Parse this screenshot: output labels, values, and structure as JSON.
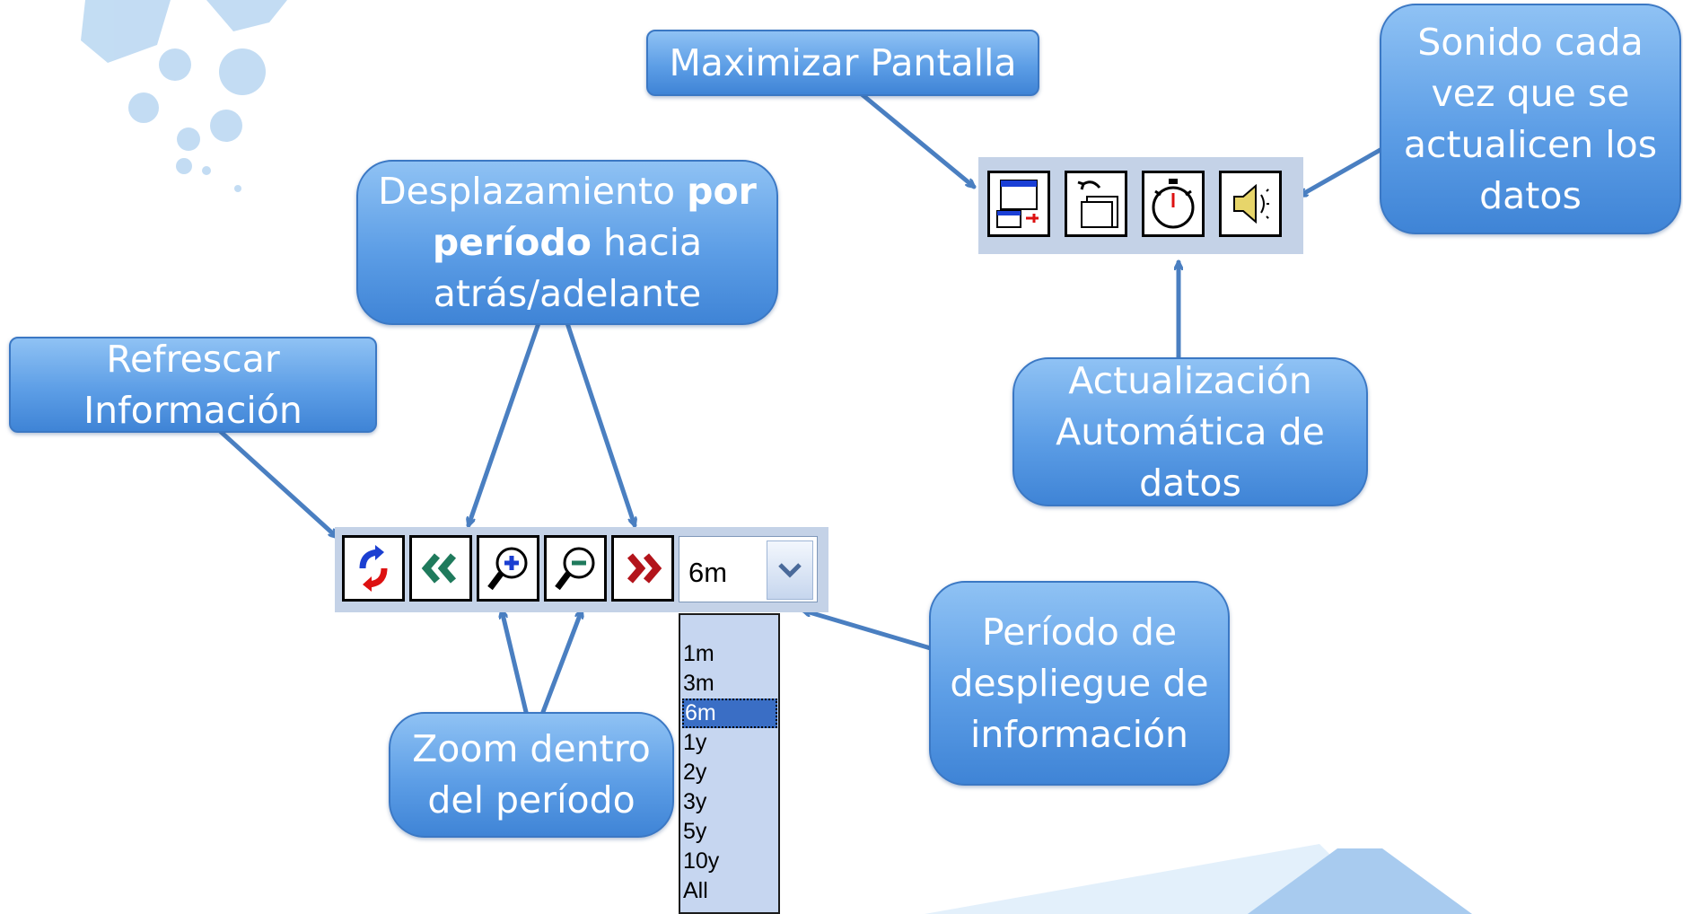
{
  "callouts": {
    "maximizar": "Maximizar Pantalla",
    "sonido": "Sonido cada vez que se actualicen los datos",
    "desplazamiento": {
      "pre": "Desplazamiento ",
      "bold1": "por",
      "mid": " ",
      "bold2": "período",
      "post": " hacia atrás/adelante"
    },
    "refrescar": "Refrescar Información",
    "actualizacion": "Actualización Automática de datos",
    "periodo": "Período de despliegue de información",
    "zoom": "Zoom dentro del período"
  },
  "period_select": {
    "value": "6m",
    "options": [
      "1m",
      "3m",
      "6m",
      "1y",
      "2y",
      "3y",
      "5y",
      "10y",
      "All"
    ],
    "selected": "6m"
  },
  "icons": {
    "top_toolbar": [
      "maximize-screen-icon",
      "restore-windows-icon",
      "stopwatch-icon",
      "speaker-icon"
    ],
    "bottom_toolbar": [
      "refresh-icon",
      "double-left-arrow-icon",
      "zoom-in-icon",
      "zoom-out-icon",
      "double-right-arrow-icon"
    ]
  },
  "colors": {
    "callout_fill": "#5d9ee6",
    "arrow": "#4a7fc1",
    "toolbar_bg": "#c4d2e7",
    "back_arrow_green": "#1f7a5c",
    "forward_arrow_red": "#b3141b",
    "selected_option": "#3a6ec5"
  }
}
